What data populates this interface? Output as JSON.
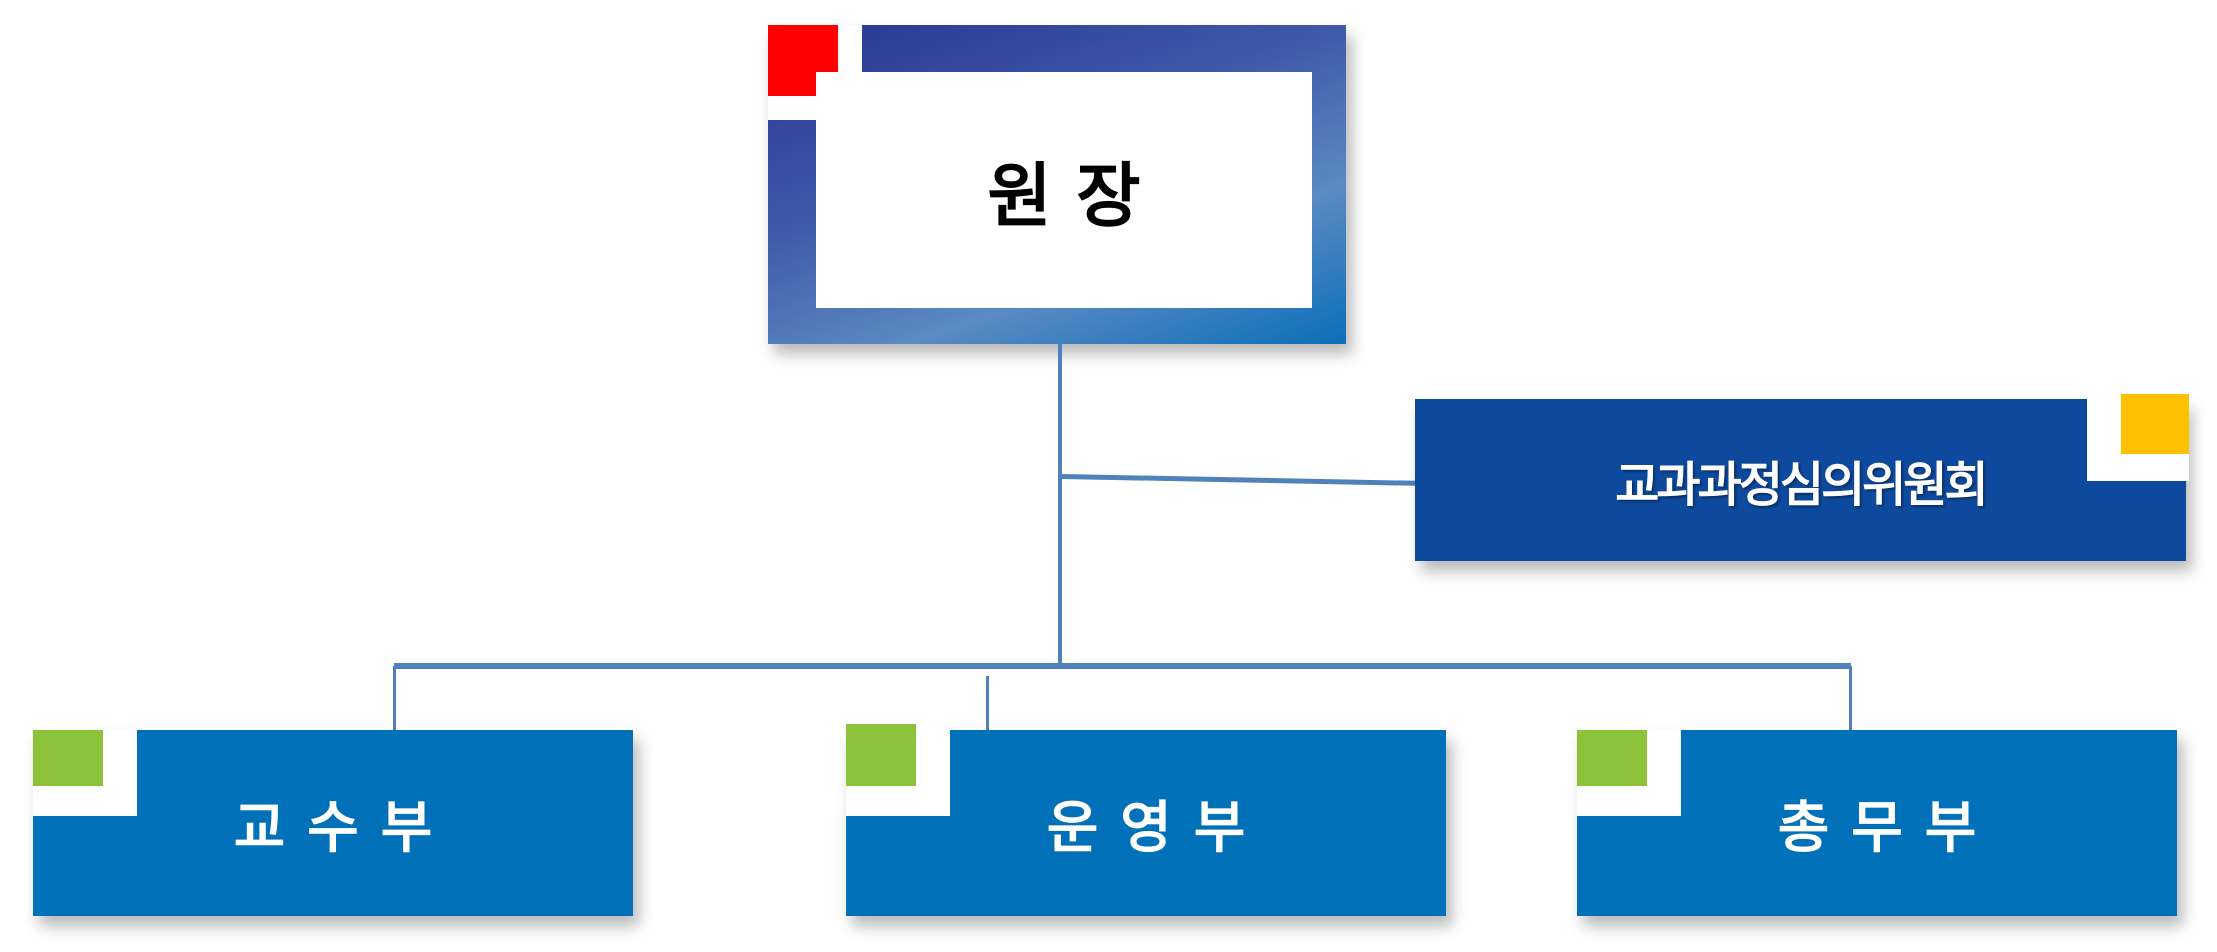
{
  "director": {
    "label": "원 장",
    "accent_color": "#ff0000"
  },
  "committee": {
    "label": "교과과정심의위원회",
    "accent_color": "#ffc000",
    "fill_color": "#0d4a9e"
  },
  "departments": [
    {
      "label": "교수부"
    },
    {
      "label": "운영부"
    },
    {
      "label": "총무부"
    }
  ],
  "colors": {
    "department_fill": "#0070b8",
    "department_accent": "#8dc33b",
    "connector": "#4f81bd"
  }
}
